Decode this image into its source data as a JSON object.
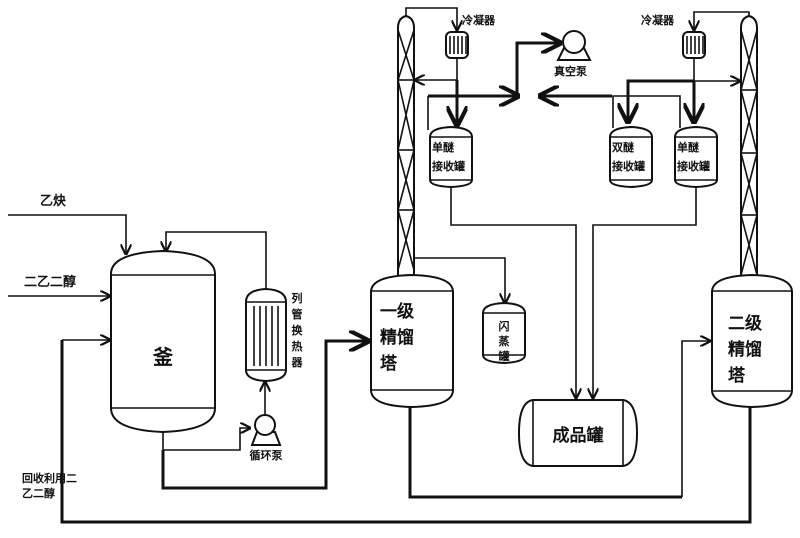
{
  "diagram": {
    "title": "",
    "inputs": {
      "acetylene": "乙炔",
      "diethylene_glycol": "二乙二醇",
      "recycled_deg_line1": "回收利用二",
      "recycled_deg_line2": "乙二醇"
    },
    "equipment": {
      "reactor": "釜",
      "heat_exchanger": [
        "列",
        "管",
        "换",
        "热",
        "器"
      ],
      "circulation_pump": "循环泵",
      "column1": [
        "一级",
        "精馏",
        "塔"
      ],
      "column2": [
        "二级",
        "精馏",
        "塔"
      ],
      "flash_tank": [
        "闪",
        "蒸",
        "罐"
      ],
      "product_tank": "成品罐",
      "condenser1": "冷凝器",
      "condenser2": "冷凝器",
      "vacuum_pump": "真空泵",
      "mono_receiver1": [
        "单醚",
        "接收罐"
      ],
      "di_receiver": [
        "双醚",
        "接收罐"
      ],
      "mono_receiver2": [
        "单醚",
        "接收罐"
      ]
    }
  }
}
